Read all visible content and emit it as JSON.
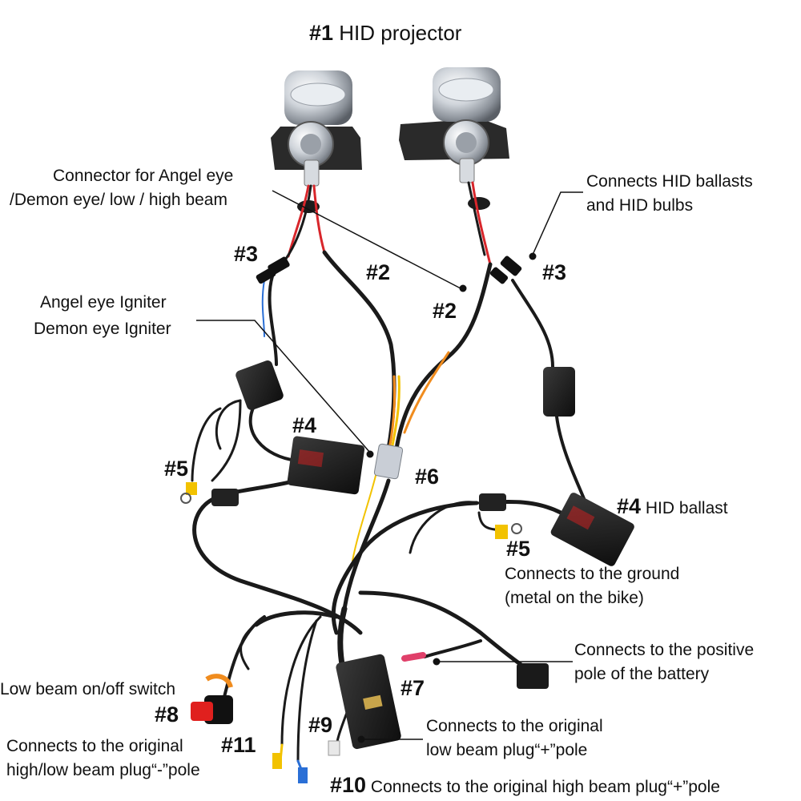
{
  "title": {
    "number": "#1",
    "text": "HID projector"
  },
  "labels": {
    "connector_line1": "Connector for Angel eye",
    "connector_line2": "/Demon eye/ low / high beam",
    "hid_connect_line1": "Connects HID ballasts",
    "hid_connect_line2": "and HID bulbs",
    "angel_igniter": "Angel eye Igniter",
    "demon_igniter": "Demon eye Igniter",
    "ballast_label": "HID ballast",
    "ground_line1": "Connects to the ground",
    "ground_line2": "(metal on the bike)",
    "positive_line1": "Connects to the positive",
    "positive_line2": "pole of the battery",
    "switch_label": "Low beam on/off switch",
    "low_beam_line1": "Connects to the original",
    "low_beam_line2": "low beam plug“+”pole",
    "high_low_line1": "Connects to the original",
    "high_low_line2": "high/low beam plug“-”pole",
    "high_beam_label": "Connects to the original high beam plug“+”pole"
  },
  "markers": {
    "n2": "#2",
    "n3": "#3",
    "n4": "#4",
    "n5": "#5",
    "n6": "#6",
    "n7": "#7",
    "n8": "#8",
    "n9": "#9",
    "n10": "#10",
    "n11": "#11"
  },
  "colors": {
    "wire": "#1a1a1a",
    "chrome": "#c9ced6",
    "red": "#d8262b",
    "orange": "#f08c1e",
    "yellow": "#f2c200",
    "blue": "#2a6fd6",
    "switch_red": "#e0201e"
  }
}
